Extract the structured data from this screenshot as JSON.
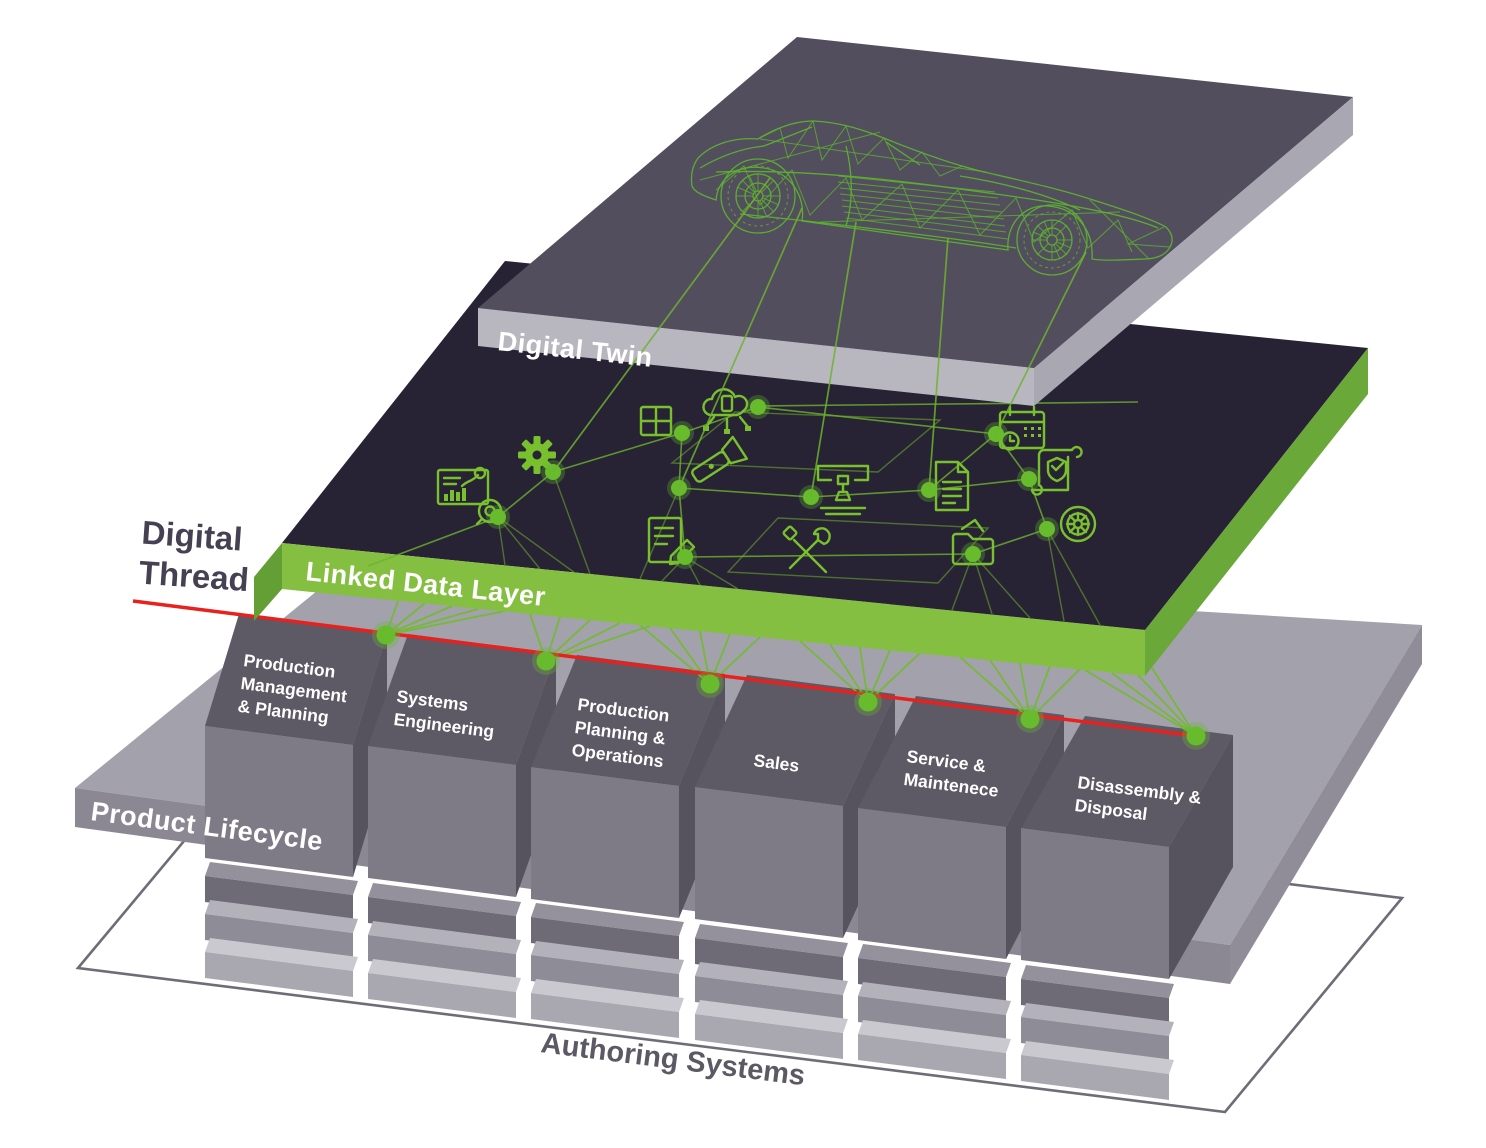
{
  "diagram": {
    "layers": {
      "digital_twin": {
        "label": "Digital Twin"
      },
      "linked_data_layer": {
        "label": "Linked Data Layer"
      },
      "product_lifecycle": {
        "label": "Product Lifecycle"
      },
      "authoring_systems": {
        "label": "Authoring Systems"
      }
    },
    "digital_thread": {
      "line1": "Digital",
      "line2": "Thread"
    },
    "lifecycle_stages": [
      {
        "label": "Production Management & Planning",
        "lines": [
          "Production",
          "Management",
          "& Planning"
        ]
      },
      {
        "label": "Systems Engineering",
        "lines": [
          "Systems",
          "Engineering"
        ]
      },
      {
        "label": "Production Planning & Operations",
        "lines": [
          "Production",
          "Planning &",
          "Operations"
        ]
      },
      {
        "label": "Sales",
        "lines": [
          "Sales"
        ]
      },
      {
        "label": "Service & Maintenece",
        "lines": [
          "Service &",
          "Maintenece"
        ]
      },
      {
        "label": "Disassembly & Disposal",
        "lines": [
          "Disassembly &",
          "Disposal"
        ]
      }
    ],
    "linked_data_icons": [
      "analytics-icon",
      "gear-icon",
      "window-grid-icon",
      "cloud-network-icon",
      "flashlight-icon",
      "document-edit-icon",
      "printer-3d-icon",
      "tools-icon",
      "calendar-icon",
      "document-icon",
      "certificate-icon",
      "folder-icon",
      "wheel-icon"
    ],
    "colors": {
      "accent_green": "#76BD2F",
      "band_green": "#85BF41",
      "band_green_dark": "#6AA839",
      "thread_red": "#E8201E",
      "twin_slab_top": "#534E5D",
      "data_slab_top": "#282334",
      "steel_gray": "#A3A1AB",
      "box_gray": "#5D5965"
    }
  }
}
